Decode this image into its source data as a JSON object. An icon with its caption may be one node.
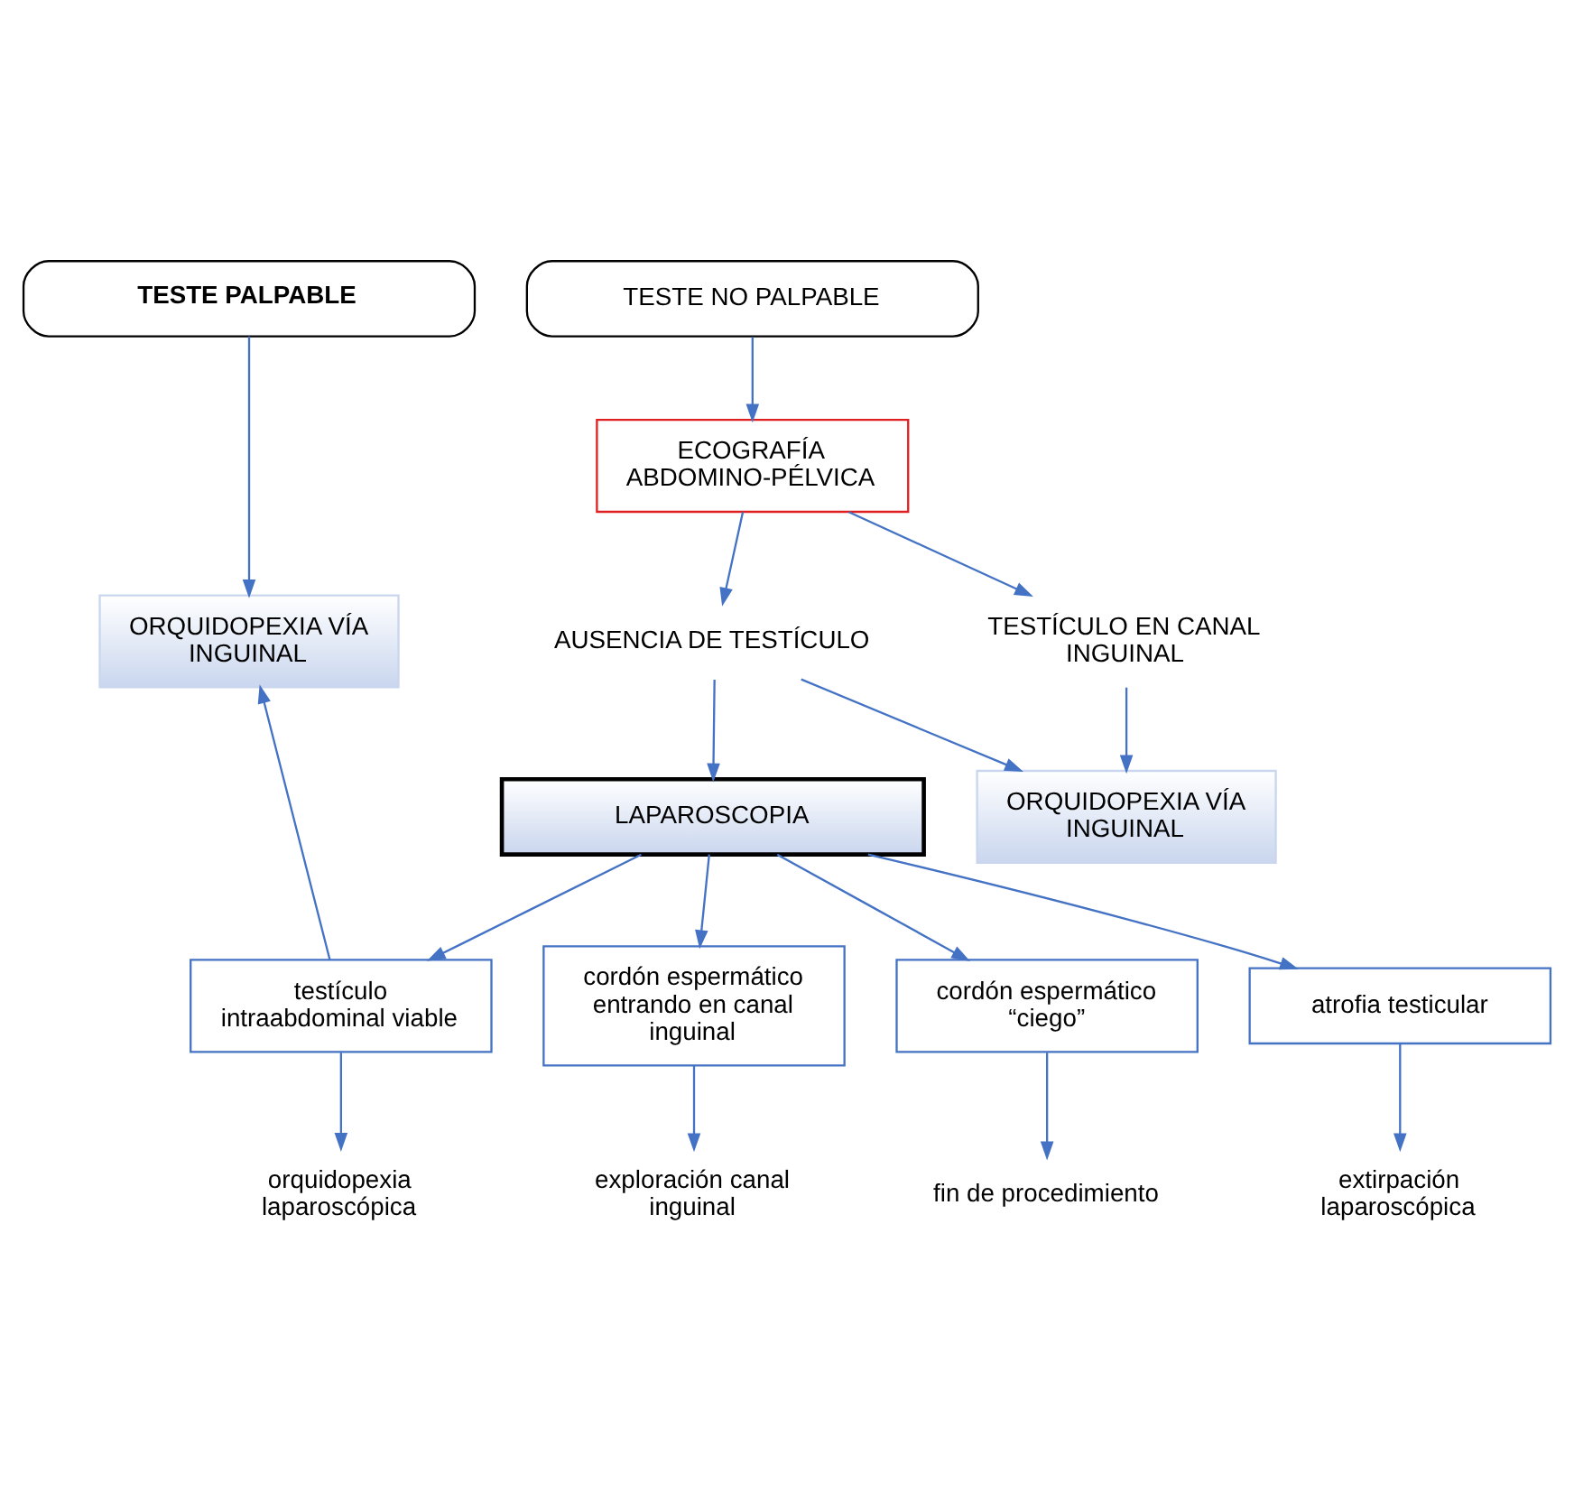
{
  "diagram": {
    "nodes": [
      {
        "text": [
          "TESTE PALPABLE"
        ]
      },
      {
        "text": [
          "TESTE NO PALPABLE"
        ]
      },
      {
        "text": [
          "ECOGRAFÍA ABDOMINO-PÉLVICA"
        ]
      },
      {
        "text": [
          "ORQUIDOPEXIA VÍA INGUINAL"
        ]
      },
      {
        "text": [
          "AUSENCIA DE TESTÍCULO"
        ]
      },
      {
        "text": [
          "TESTÍCULO EN CANAL INGUINAL"
        ]
      },
      {
        "text": [
          "LAPAROSCOPIA"
        ]
      },
      {
        "text": [
          "ORQUIDOPEXIA VÍA INGUINAL"
        ]
      },
      {
        "text": [
          "testículo intraabdominal viable"
        ]
      },
      {
        "text": [
          "cordón espermático entrando en canal inguinal"
        ]
      },
      {
        "text": [
          "cordón espermático “ciego”"
        ]
      },
      {
        "text": [
          "atrofia testicular"
        ]
      },
      {
        "text": [
          "orquidopexia laparoscópica"
        ]
      },
      {
        "text": [
          "exploración canal inguinal"
        ]
      },
      {
        "text": [
          "fin de procedimiento"
        ]
      },
      {
        "text": [
          "extirpación laparoscópica"
        ]
      }
    ],
    "edges": [
      {
        "from": 0,
        "to": 3,
        "arrow": "to"
      },
      {
        "from": 1,
        "to": 2,
        "arrow": "to"
      },
      {
        "from": 2,
        "to": 4,
        "arrow": "to"
      },
      {
        "from": 2,
        "to": 5,
        "arrow": "to"
      },
      {
        "from": 4,
        "to": 6,
        "arrow": "to"
      },
      {
        "from": 4,
        "to": 7,
        "arrow": "to"
      },
      {
        "from": 5,
        "to": 7,
        "arrow": "to"
      },
      {
        "from": 6,
        "to": 8,
        "arrow": "to"
      },
      {
        "from": 6,
        "to": 9,
        "arrow": "to"
      },
      {
        "from": 6,
        "to": 10,
        "arrow": "to"
      },
      {
        "from": 6,
        "to": 11,
        "arrow": "to"
      },
      {
        "from": 8,
        "to": 3,
        "arrow": "to"
      },
      {
        "from": 8,
        "to": 12,
        "arrow": "to"
      },
      {
        "from": 9,
        "to": 13,
        "arrow": "to"
      },
      {
        "from": 10,
        "to": 14,
        "arrow": "to"
      },
      {
        "from": 11,
        "to": 15,
        "arrow": "to"
      }
    ]
  }
}
